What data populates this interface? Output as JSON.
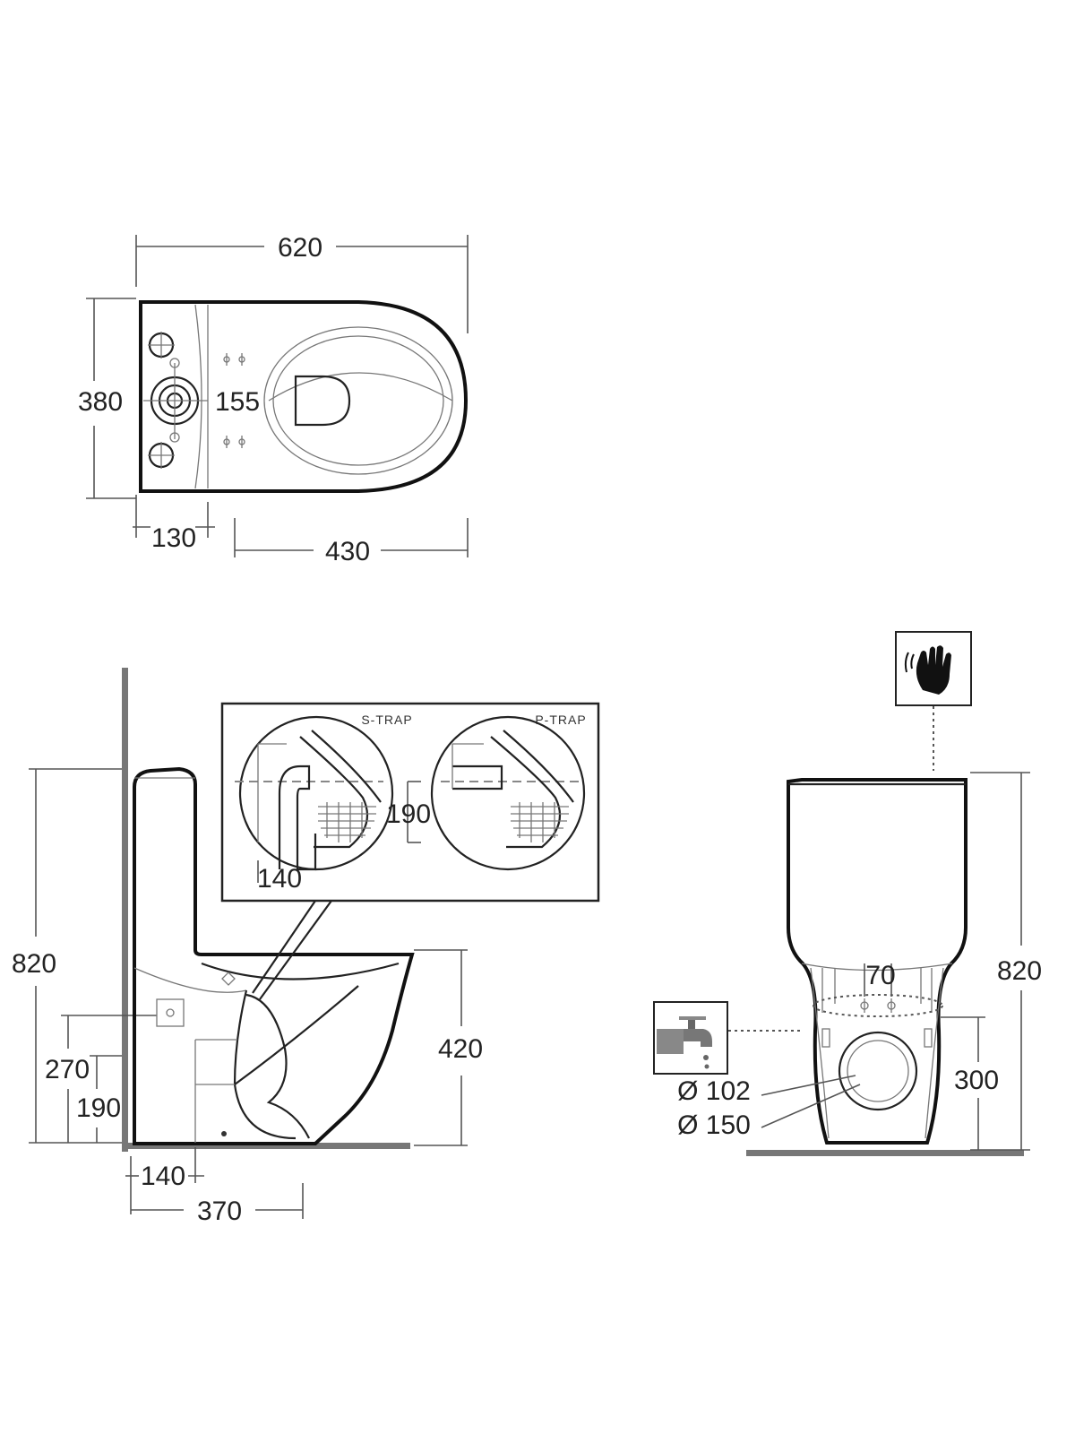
{
  "top_view": {
    "width": "620",
    "depth": "380",
    "inlet_spacing": "155",
    "front_offset": "130",
    "outlet_to_front": "430"
  },
  "side_view": {
    "height": "820",
    "seat_height": "420",
    "inlet_height": "270",
    "outlet_height": "190",
    "outlet_from_wall": "140",
    "depth_total": "370"
  },
  "inset": {
    "s_trap_label": "S-TRAP",
    "p_trap_label": "P-TRAP",
    "s_trap_dim": "140",
    "p_trap_dim": "190"
  },
  "front_view": {
    "height": "820",
    "fixing_spacing": "70",
    "outlet_height": "300",
    "inner_diameter": "Ø 102",
    "outer_diameter": "Ø 150"
  },
  "icons": [
    "hand-touch-icon",
    "water-tap-icon"
  ]
}
